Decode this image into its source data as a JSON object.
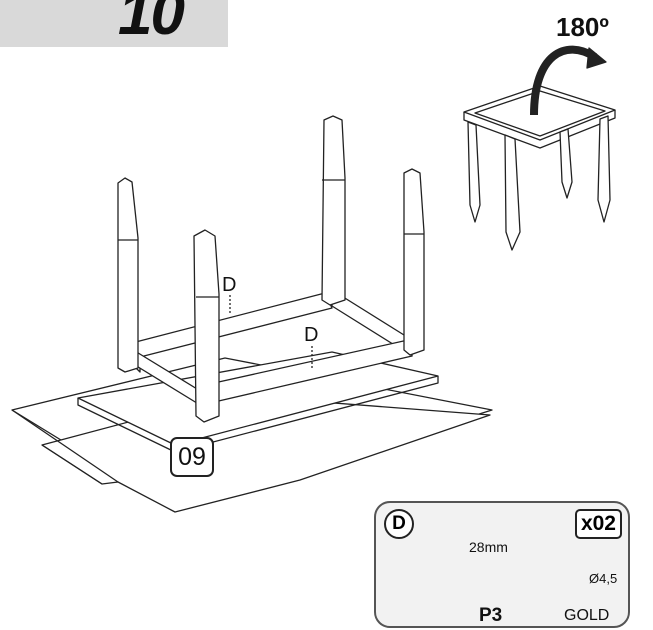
{
  "step": {
    "number": "10"
  },
  "rotation": {
    "label": "180º"
  },
  "assembly": {
    "badge": "09",
    "screw_marks": [
      "D",
      "D"
    ]
  },
  "hardware": {
    "letter": "D",
    "quantity": "x02",
    "length": "28mm",
    "diameter": "Ø4,5",
    "code": "P3",
    "finish": "GOLD",
    "head_icon": "phillips-head-icon"
  }
}
